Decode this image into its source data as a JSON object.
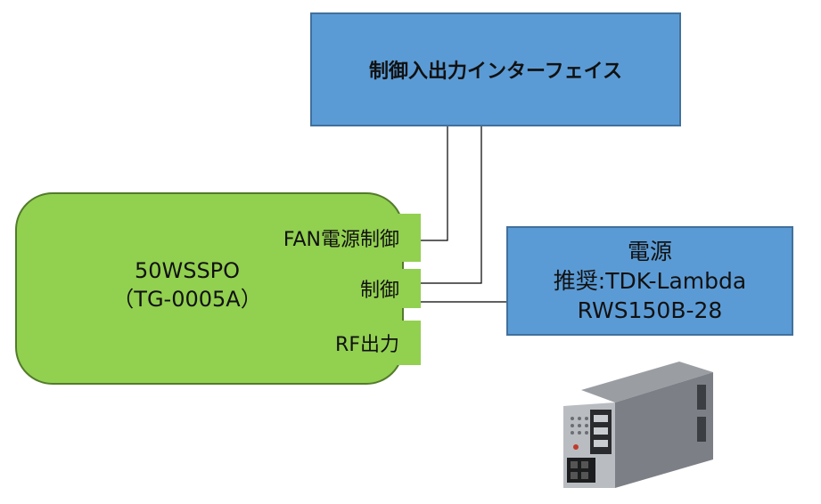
{
  "control_interface": {
    "label": "制御入出力インターフェイス"
  },
  "power_supply": {
    "title": "電源",
    "recommended": "推奨:TDK-Lambda",
    "model": "RWS150B-28"
  },
  "spo": {
    "name": "50WSSPO",
    "part_number": "（TG-0005A）",
    "ports": {
      "fan": "FAN電源制御",
      "control": "制御",
      "rf": "RF出力"
    }
  },
  "colors": {
    "interface_fill": "#5b9bd5",
    "device_fill": "#92d050",
    "wire": "#000000"
  },
  "photo": {
    "subject": "power-supply-unit-photo"
  }
}
